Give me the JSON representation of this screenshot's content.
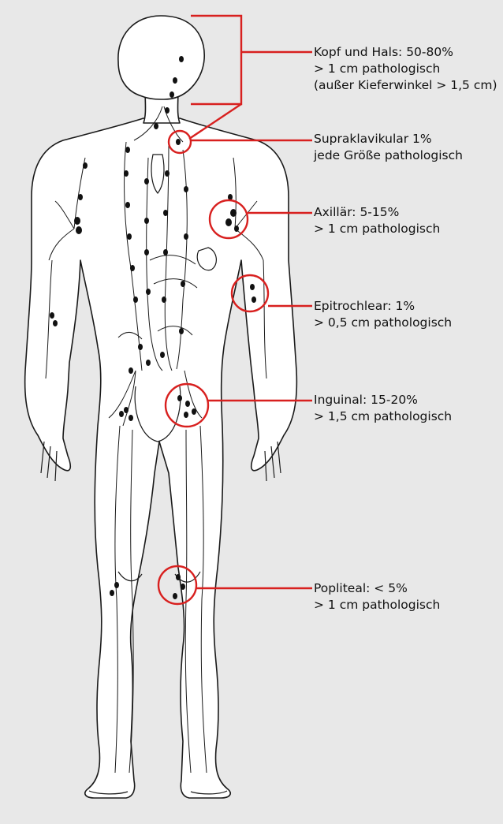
{
  "regions": [
    {
      "id": "kopf-hals",
      "lines": [
        "Kopf und Hals: 50-80%",
        "> 1 cm pathologisch",
        "(außer Kieferwinkel > 1,5 cm)"
      ]
    },
    {
      "id": "supraklavikular",
      "lines": [
        "Supraklavikular 1%",
        "jede Größe pathologisch"
      ]
    },
    {
      "id": "axillaer",
      "lines": [
        "Axillär: 5-15%",
        "> 1 cm pathologisch"
      ]
    },
    {
      "id": "epitrochlear",
      "lines": [
        "Epitrochlear: 1%",
        "> 0,5 cm pathologisch"
      ]
    },
    {
      "id": "inguinal",
      "lines": [
        "Inguinal: 15-20%",
        "> 1,5 cm pathologisch"
      ]
    },
    {
      "id": "popliteal",
      "lines": [
        "Popliteal: < 5%",
        "> 1 cm pathologisch"
      ]
    }
  ],
  "colors": {
    "background": "#e8e8e8",
    "body_fill": "#ffffff",
    "outline": "#1a1a1a",
    "highlight": "#d8201f",
    "node": "#111111"
  }
}
